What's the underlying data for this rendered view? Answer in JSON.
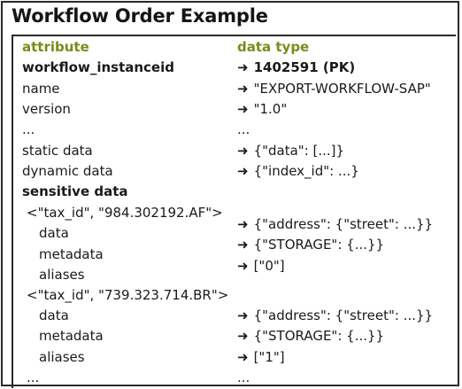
{
  "title": "Workflow Order Example",
  "headers": {
    "attribute": "attribute",
    "data_type": "data type"
  },
  "arrow": "➜",
  "rows": [
    {
      "attr": "workflow_instanceid",
      "value": "1402591 (PK)"
    },
    {
      "attr": "name",
      "value": "\"EXPORT-WORKFLOW-SAP\""
    },
    {
      "attr": "version",
      "value": "\"1.0\""
    },
    {
      "attr": "...",
      "value": "..."
    },
    {
      "attr": "static data",
      "value": "{\"data\": [...]}"
    },
    {
      "attr": "dynamic data",
      "value": "{\"index_id\": ...}"
    },
    {
      "attr": "sensitive data"
    },
    {
      "attr": "<\"tax_id\", \"984.302192.AF\">"
    },
    {
      "attr": "data",
      "value": "{\"address\": {\"street\": ...}}"
    },
    {
      "attr": "metadata",
      "value": "{\"STORAGE\": {...}}"
    },
    {
      "attr": "aliases",
      "value": "[\"0\"]"
    },
    {
      "attr": "<\"tax_id\", \"739.323.714.BR\">"
    },
    {
      "attr": "data",
      "value": "{\"address\": {\"street\": ...}}"
    },
    {
      "attr": "metadata",
      "value": "{\"STORAGE\": {...}}"
    },
    {
      "attr": "aliases",
      "value": "[\"1\"]"
    },
    {
      "attr": "...",
      "value": "..."
    }
  ]
}
